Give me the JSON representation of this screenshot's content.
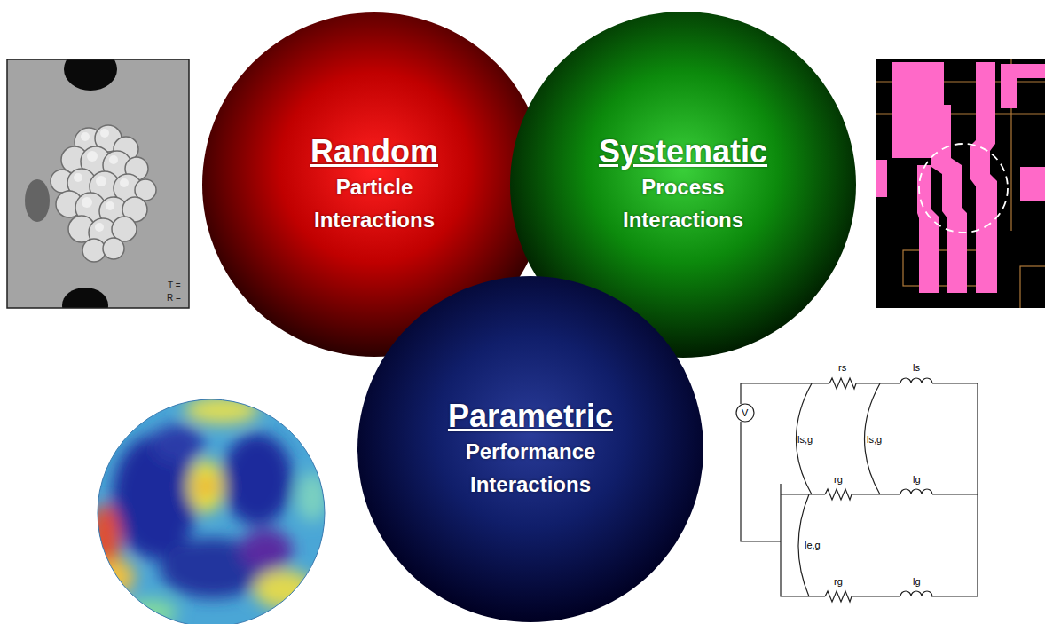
{
  "diagram": {
    "nodes": [
      {
        "text": [
          "Random",
          "Particle Interactions"
        ]
      },
      {
        "text": [
          "Systematic",
          "Process Interactions"
        ]
      },
      {
        "text": [
          "Parametric",
          "Performance Interactions"
        ]
      }
    ],
    "labels": [
      "T =",
      "R =",
      "V",
      "rs",
      "ls",
      "ls,g",
      "ls,g",
      "rg",
      "lg",
      "le,g",
      "rg",
      "lg"
    ]
  }
}
